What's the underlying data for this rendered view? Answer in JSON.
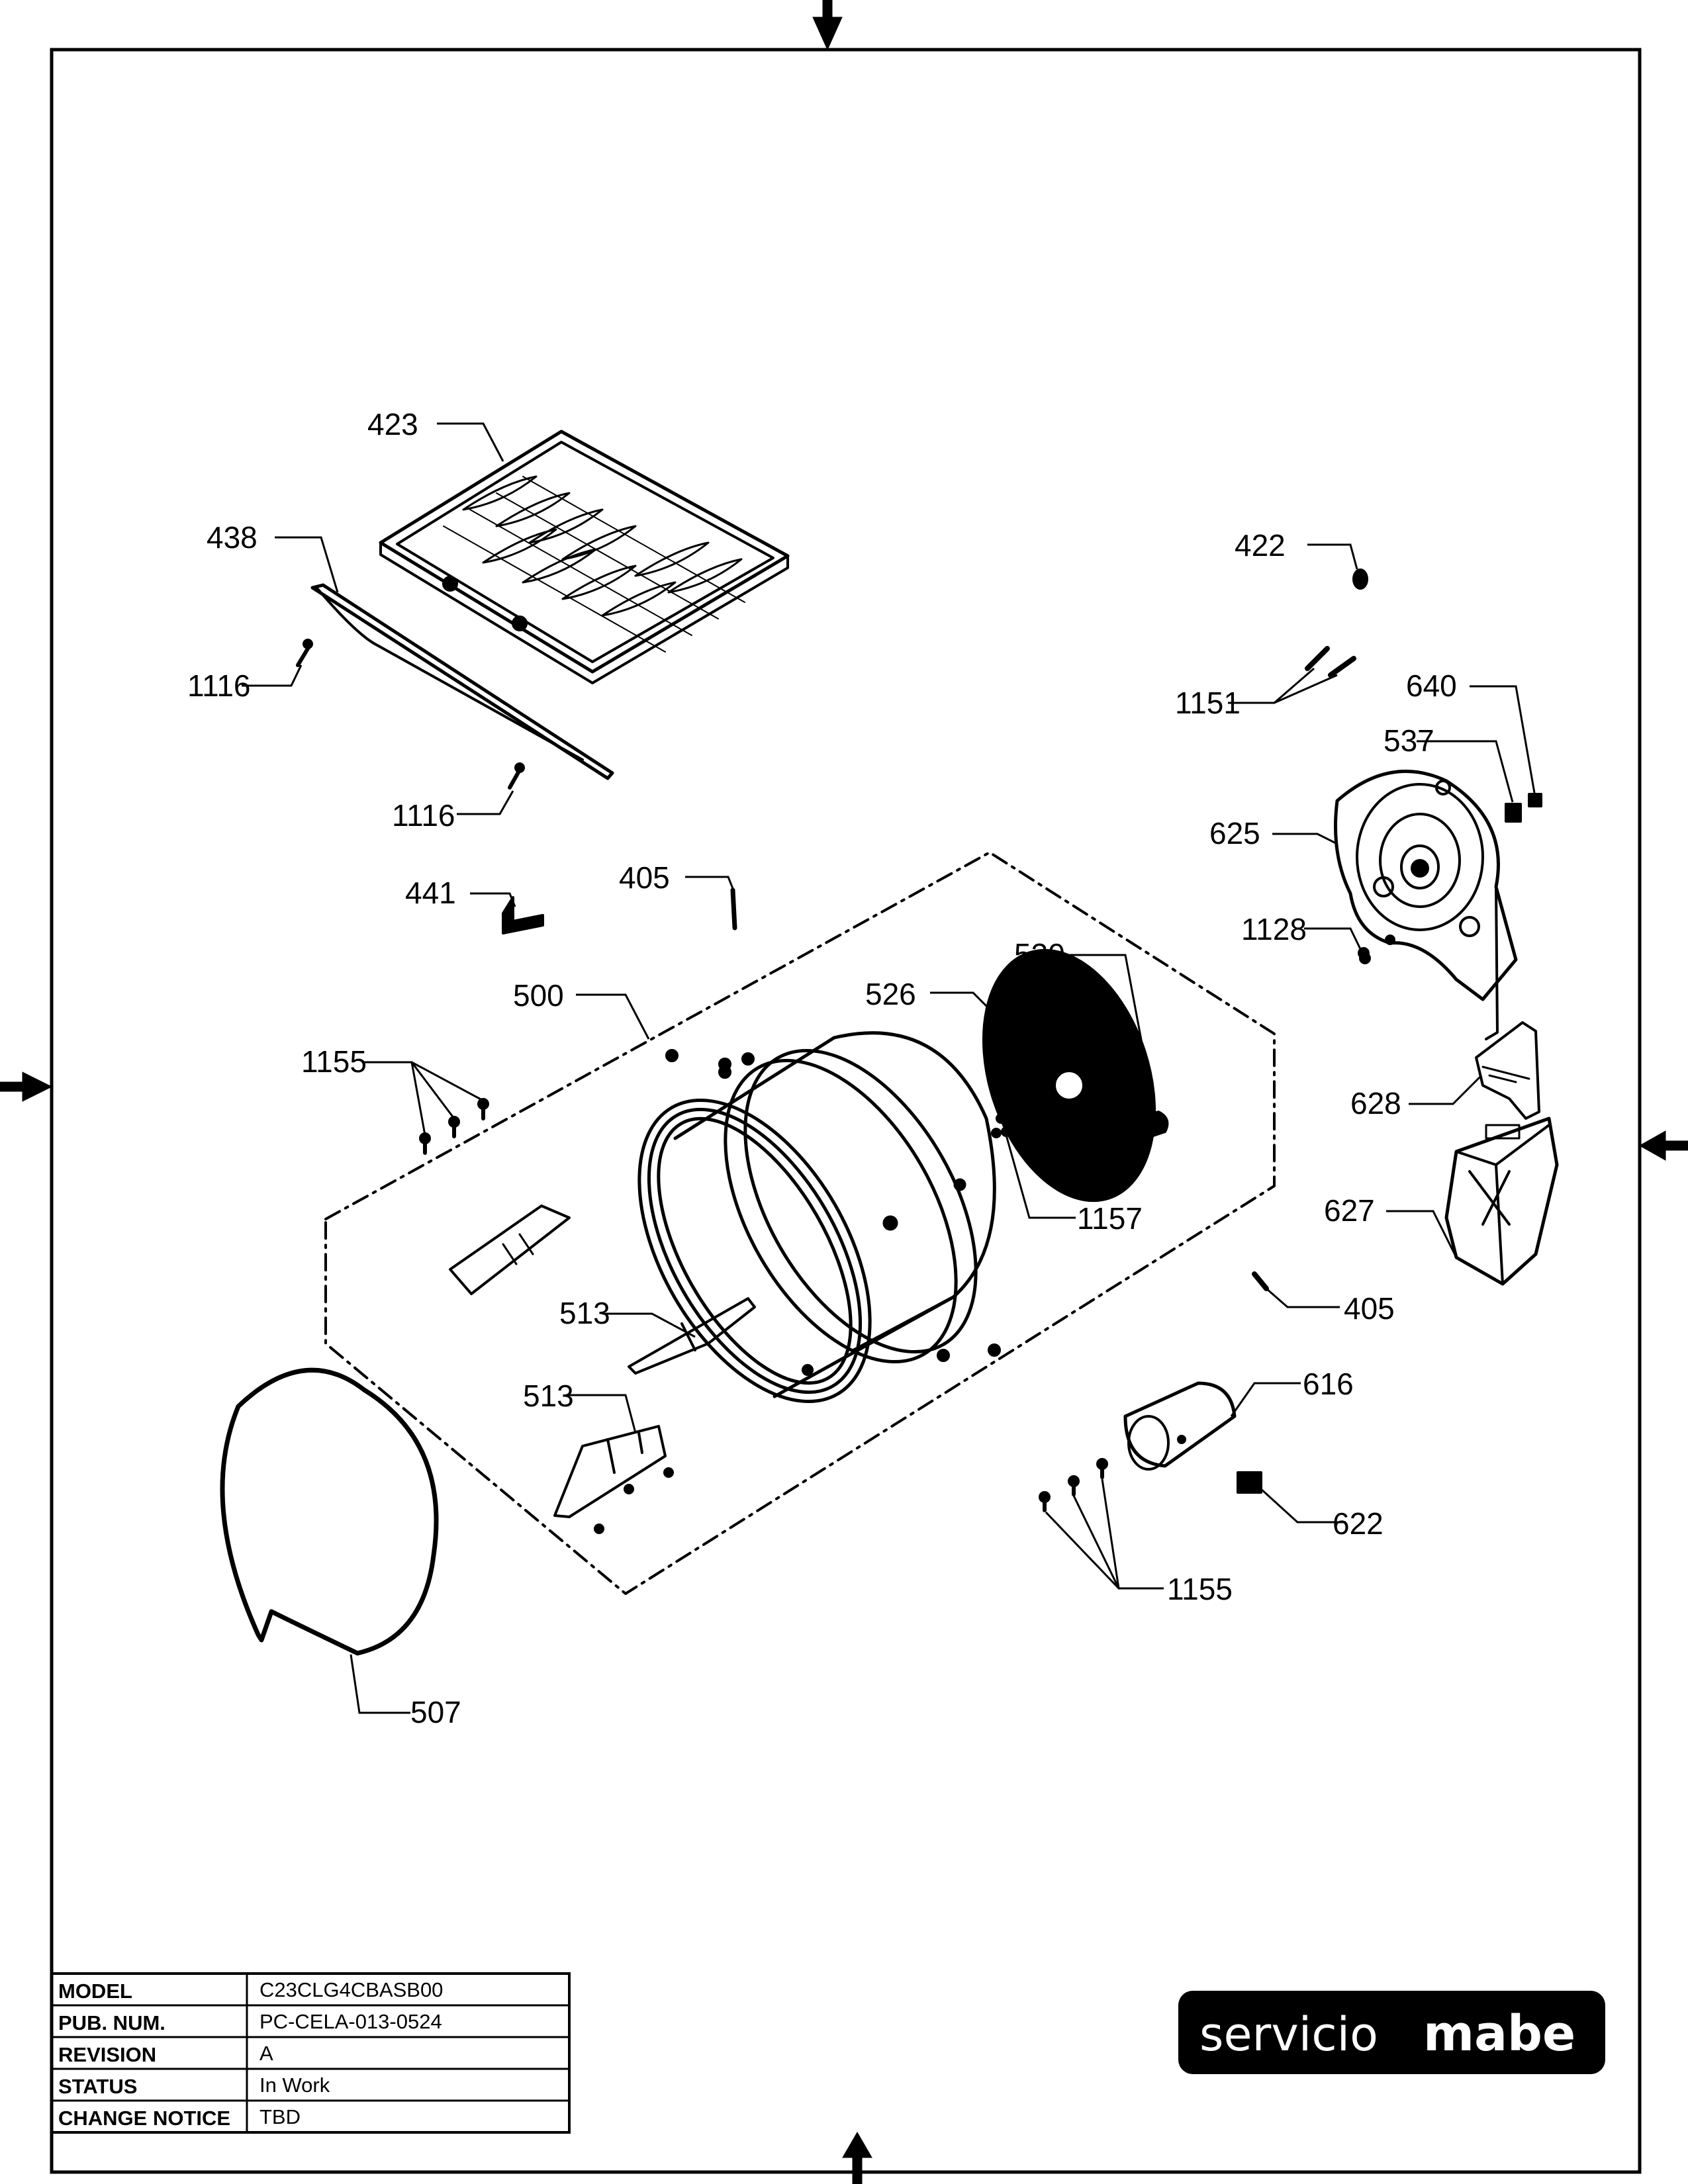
{
  "callouts": {
    "c423": "423",
    "c438": "438",
    "c1116a": "1116",
    "c1116b": "1116",
    "c441": "441",
    "c405a": "405",
    "c500": "500",
    "c1155a": "1155",
    "c513a": "513",
    "c513b": "513",
    "c507": "507",
    "c526": "526",
    "c530": "530",
    "c1157": "1157",
    "c422": "422",
    "c1151": "1151",
    "c640": "640",
    "c537": "537",
    "c625": "625",
    "c1128": "1128",
    "c628": "628",
    "c627": "627",
    "c405b": "405",
    "c616": "616",
    "c622": "622",
    "c1155b": "1155"
  },
  "title_block": {
    "rows": [
      {
        "key": "MODEL",
        "value": "C23CLG4CBASB00"
      },
      {
        "key": "PUB. NUM.",
        "value": "PC-CELA-013-0524"
      },
      {
        "key": "REVISION",
        "value": "A"
      },
      {
        "key": "STATUS",
        "value": "In Work"
      },
      {
        "key": "CHANGE NOTICE",
        "value": "TBD"
      }
    ]
  },
  "brand": {
    "word1": "servicio",
    "word2": "mabe",
    "background": "#000000"
  }
}
